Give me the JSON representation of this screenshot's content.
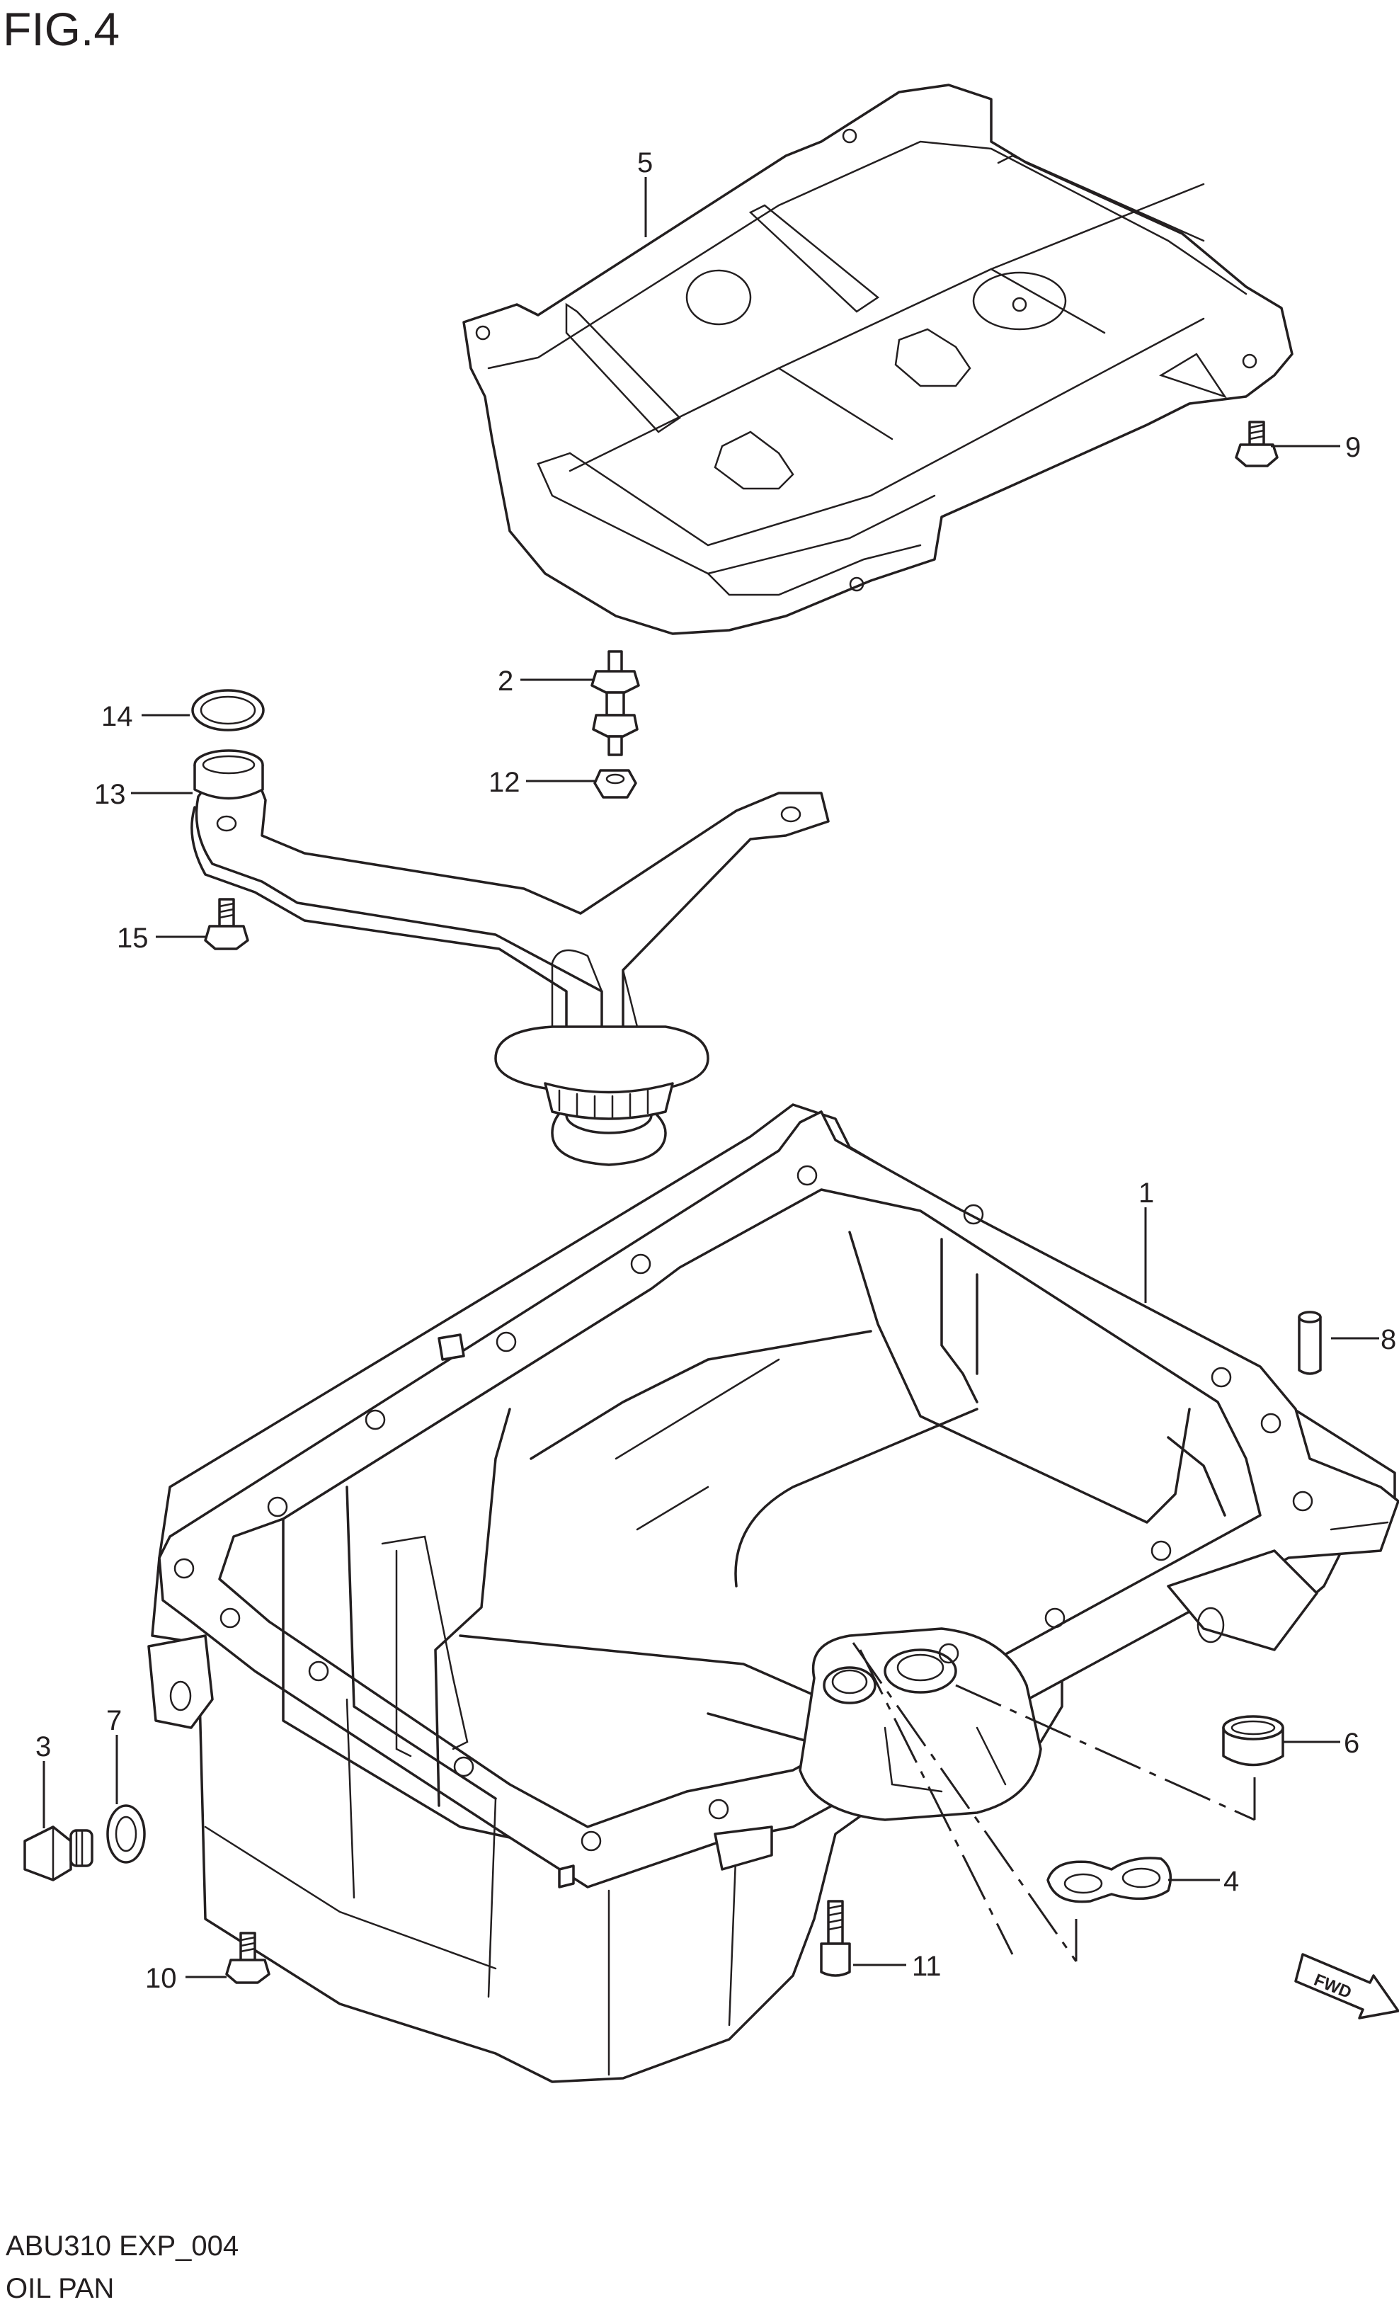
{
  "figure_title": "FIG.4",
  "diagram_code": "ABU310 EXP_004",
  "diagram_name": "OIL PAN",
  "fwd_label": "FWD",
  "callouts": [
    "1",
    "2",
    "3",
    "4",
    "5",
    "6",
    "7",
    "8",
    "9",
    "10",
    "11",
    "12",
    "13",
    "14",
    "15"
  ]
}
